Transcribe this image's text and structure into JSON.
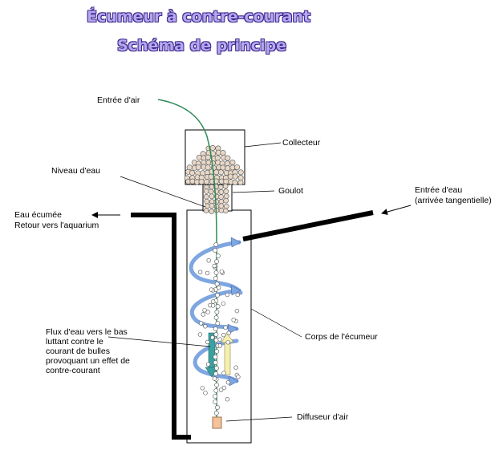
{
  "titles": {
    "line1": "Écumeur à contre-courant",
    "line2": "Schéma de principe"
  },
  "labels": {
    "air_inlet": "Entrée d'air",
    "collector": "Collecteur",
    "water_level": "Niveau d'eau",
    "neck": "Goulot",
    "water_inlet_1": "Entrée d'eau",
    "water_inlet_2": "(arrivée tangentielle)",
    "skimmed_water_1": "Eau écumée",
    "skimmed_water_2": "Retour vers l'aquarium",
    "downflow_1": "Flux d'eau vers le bas",
    "downflow_2": "luttant contre le",
    "downflow_3": "courant de bulles",
    "downflow_4": "provoquant un effet de",
    "downflow_5": "contre-courant",
    "body": "Corps de l'écumeur",
    "diffuser": "Diffuseur d'air"
  },
  "colors": {
    "title_fill": "#b8a6f2",
    "title_outline": "#3a2a8a",
    "air_tube": "#2e8b57",
    "spiral": "#7ea6e0",
    "downflow_arrow": "#3aa0a0",
    "upflow_arrow": "#f5f0b0",
    "diffuser": "#f5c39a",
    "foam": "#e8d8c8"
  }
}
